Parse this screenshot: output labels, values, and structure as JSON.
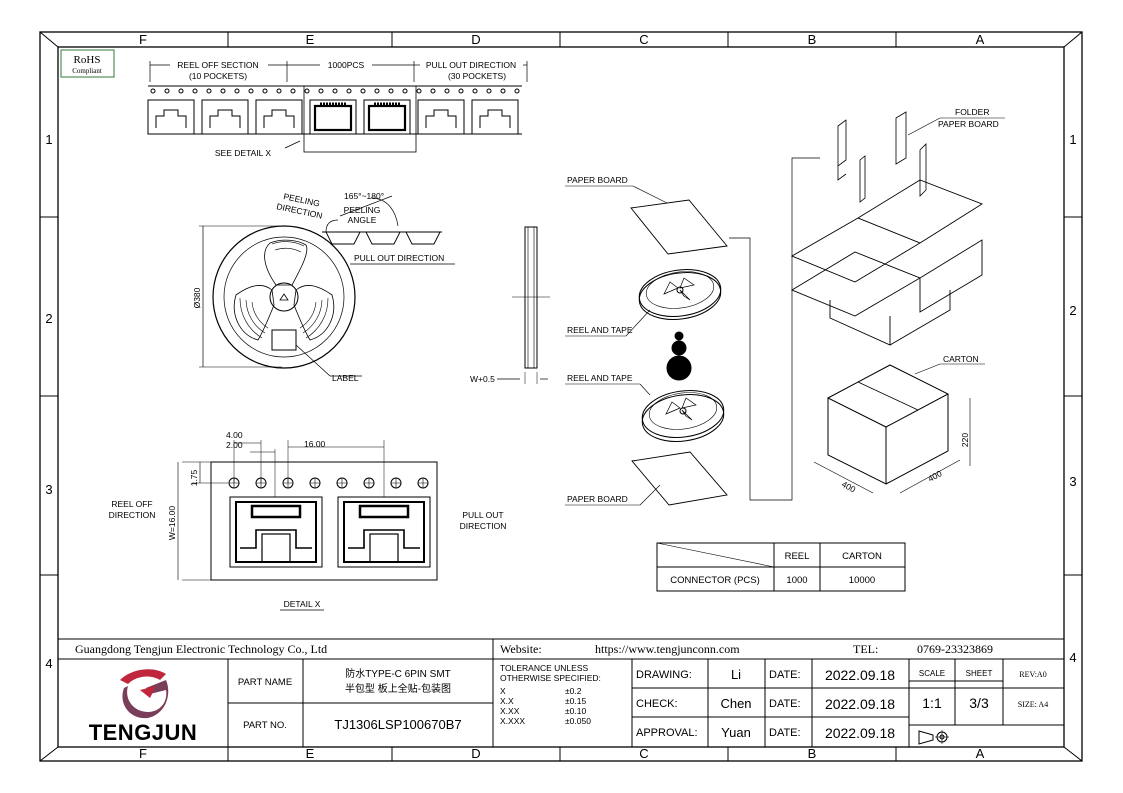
{
  "zones": {
    "cols": [
      "F",
      "E",
      "D",
      "C",
      "B",
      "A"
    ],
    "rows": [
      "1",
      "2",
      "3",
      "4"
    ]
  },
  "rohs": {
    "line1": "RoHS",
    "line2": "Compliant"
  },
  "tape_strip": {
    "reel_off": "REEL OFF SECTION",
    "reel_off_sub": "(10 POCKETS)",
    "pcs": "1000PCS",
    "pull_out": "PULL OUT DIRECTION",
    "pull_out_sub": "(30 POCKETS)",
    "see_detail": "SEE DETAIL X"
  },
  "reel_view": {
    "peeling_direction_1": "PEELING",
    "peeling_direction_2": "DIRECTION",
    "angle": "165°~180°",
    "peeling_angle_1": "PEELING",
    "peeling_angle_2": "ANGLE",
    "pull_out": "PULL OUT DIRECTION",
    "dia": "Ø380",
    "label": "LABEL",
    "width": "W+0.5"
  },
  "detail": {
    "dim_4": "4.00",
    "dim_2": "2.00",
    "dim_16": "16.00",
    "dim_175": "1.75",
    "dim_w": "W=16.00",
    "reel_off_1": "REEL OFF",
    "reel_off_2": "DIRECTION",
    "pull_out_1": "PULL OUT",
    "pull_out_2": "DIRECTION",
    "title": "DETAIL X"
  },
  "packing": {
    "paper_board_top": "PAPER BOARD",
    "reel_tape_1": "REEL AND TAPE",
    "reel_tape_2": "REEL AND TAPE",
    "paper_board_bottom": "PAPER BOARD",
    "folder_1": "FOLDER",
    "folder_2": "PAPER BOARD",
    "carton": "CARTON",
    "dim_220": "220",
    "dim_400a": "400",
    "dim_400b": "400"
  },
  "qty_table": {
    "header": [
      "REEL",
      "CARTON"
    ],
    "row_label": "CONNECTOR (PCS)",
    "values": [
      "1000",
      "10000"
    ]
  },
  "title_block": {
    "company": "Guangdong Tengjun Electronic Technology Co., Ltd",
    "website_label": "Website:",
    "website": "https://www.tengjunconn.com",
    "tel_label": "TEL:",
    "tel": "0769-23323869",
    "part_name_label": "PART NAME",
    "part_name_1": "防水TYPE-C 6PIN SMT",
    "part_name_2": "半包型 板上全贴-包装图",
    "part_no_label": "PART NO.",
    "part_no": "TJ1306LSP100670B7",
    "tolerance_1": "TOLERANCE  UNLESS",
    "tolerance_2": "OTHERWISE  SPECIFIED:",
    "tol_rows": [
      [
        "X",
        "±0.2"
      ],
      [
        "X.X",
        "±0.15"
      ],
      [
        "X.XX",
        "±0.10"
      ],
      [
        "X.XXX",
        "±0.050"
      ]
    ],
    "drawing_label": "DRAWING:",
    "drawing": "Li",
    "check_label": "CHECK:",
    "check": "Chen",
    "approval_label": "APPROVAL:",
    "approval": "Yuan",
    "date_label": "DATE:",
    "date_1": "2022.09.18",
    "date_2": "2022.09.18",
    "date_3": "2022.09.18",
    "scale_label": "SCALE",
    "scale": "1:1",
    "sheet_label": "SHEET",
    "sheet": "3/3",
    "rev": "REV:A0",
    "size": "SIZE: A4",
    "logo_text": "TENGJUN"
  }
}
